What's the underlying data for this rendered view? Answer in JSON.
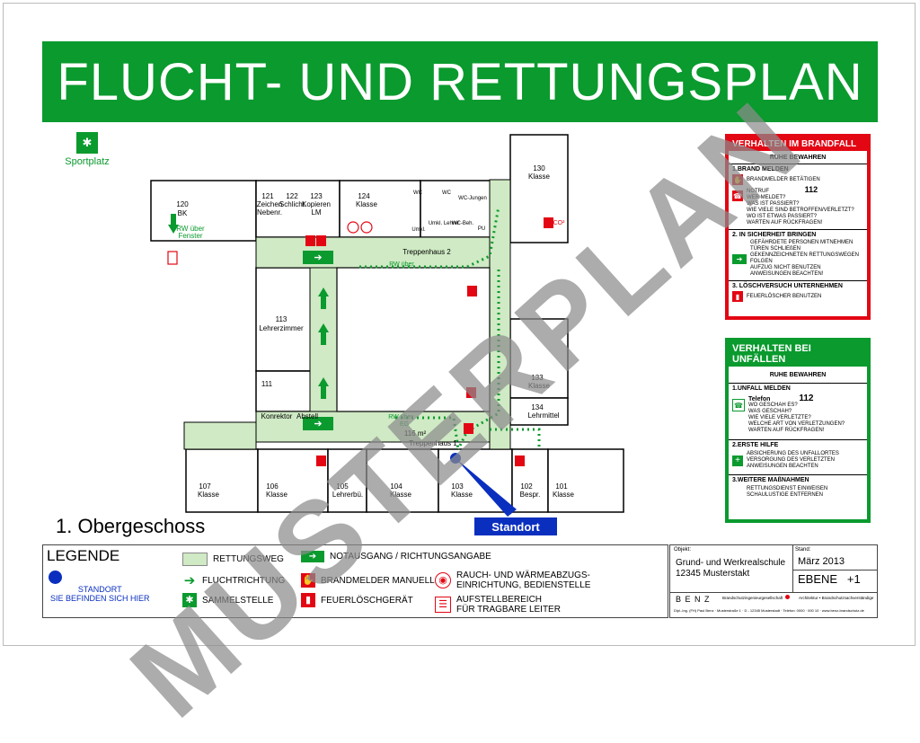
{
  "title": "FLUCHT- UND RETTUNGSPLAN",
  "watermark": "MUSTERPLAN",
  "sportplatz": "Sportplatz",
  "rooms": {
    "r120": "120",
    "r120b": "BK",
    "rw1": "RW über",
    "rw2": "Fenster",
    "r121": "121",
    "r121a": "Zeichen",
    "r121b": "Nebenr.",
    "r122": "122",
    "r122a": "Schlicht.",
    "r123": "123",
    "r123a": "Kopieren",
    "r123b": "LM",
    "r124": "124",
    "r124a": "Klasse",
    "wc1": "WC",
    "wc2": "WC",
    "wc3": "WC-Jungen",
    "umkl1": "Umkl.",
    "umkl2": "Umkl. Lehrer",
    "wcbeh": "WC-Beh.",
    "pu": "PU",
    "r130": "130",
    "r130a": "Klasse",
    "co2": "CO²",
    "th2": "Treppenhaus 2",
    "rwueber": "RW über",
    "r113": "113",
    "r113a": "Lehrerzimmer",
    "r111": "111",
    "konrektor": "Konrektor",
    "abstell": "Abstell",
    "rweg": "RW über",
    "eg": "EG",
    "area": "116 m²",
    "th1": "Treppenhaus 1",
    "r133": "133",
    "r133a": "Klasse",
    "r134": "134",
    "r134a": "Lehrmittel",
    "r107": "107",
    "r107a": "Klasse",
    "r106": "106",
    "r106a": "Klasse",
    "r105": "105",
    "r105a": "Lehrerbü.",
    "r104": "104",
    "r104a": "Klasse",
    "r103": "103",
    "r103a": "Klasse",
    "r102": "102",
    "r102a": "Bespr.",
    "r101": "101",
    "r101a": "Klasse"
  },
  "floor_label": "1. Obergeschoss",
  "standort": "Standort",
  "legend": {
    "title": "LEGENDE",
    "standort1": "STANDORT",
    "standort2": "SIE BEFINDEN SICH HIER",
    "rettungsweg": "RETTUNGSWEG",
    "fluchtrichtung": "FLUCHTRICHTUNG",
    "sammelstelle": "SAMMELSTELLE",
    "notausgang": "NOTAUSGANG / RICHTUNGSANGABE",
    "brandmelder": "BRANDMELDER MANUELL",
    "feuerloescher": "FEUERLÖSCHGERÄT",
    "rauch1": "RAUCH- UND WÄRMEABZUGS-",
    "rauch2": "EINRICHTUNG, BEDIENSTELLE",
    "aufstell1": "AUFSTELLBEREICH",
    "aufstell2": "FÜR TRAGBARE LEITER"
  },
  "info": {
    "objekt_label": "Objekt:",
    "objekt1": "Grund- und Werkrealschule",
    "objekt2": "12345 Musterstakt",
    "stand_label": "Stand:",
    "stand": "März 2013",
    "ebene": "EBENE   +1",
    "logo": "B E N Z",
    "logo_sub": "Brandschutzingenieurgesellschaft",
    "logo_sub2": "Architektur • Brandschutzsachverständige",
    "contact": "Dipl.-Ing. (FH) Paul Benz · Musterstraße 1 · D - 12345 Musterstadt · Telefon: 0000 · 000 10 · www.benz-brandschutz.de"
  },
  "fire": {
    "title": "VERHALTEN IM BRANDFALL",
    "ruhe": "RUHE BEWAHREN",
    "s1": "1.BRAND MELDEN",
    "s1a": "BRANDMELDER BETÄTIGEN",
    "s1b": "NOTRUF",
    "s1num": "112",
    "s1c": "WER MELDET?",
    "s1d": "WAS IST PASSIERT?",
    "s1e": "WIE VIELE SIND BETROFFEN/VERLETZT?",
    "s1f": "WO IST ETWAS PASSIERT?",
    "s1g": "WARTEN AUF RÜCKFRAGEN!",
    "s2": "2. IN SICHERHEIT BRINGEN",
    "s2a": "GEFÄHRDETE PERSONEN MITNEHMEN",
    "s2b": "TÜREN SCHLIEßEN",
    "s2c": "GEKENNZEICHNETEN RETTUNGSWEGEN FOLGEN",
    "s2d": "AUFZUG NICHT BENUTZEN",
    "s2e": "ANWEISUNGEN BEACHTEN!",
    "s3": "3. LÖSCHVERSUCH UNTERNEHMEN",
    "s3a": "FEUERLÖSCHER BENUTZEN"
  },
  "accident": {
    "title": "VERHALTEN BEI UNFÄLLEN",
    "ruhe": "RUHE BEWAHREN",
    "s1": "1.UNFALL MELDEN",
    "tel": "Telefon",
    "num": "112",
    "s1a": "WO GESCHAH ES?",
    "s1b": "WAS GESCHAH?",
    "s1c": "WIE VIELE VERLETZTE?",
    "s1d": "WELCHE ART VON VERLETZUNGEN?",
    "s1e": "WARTEN AUF RÜCKFRAGEN!",
    "s2": "2.ERSTE HILFE",
    "s2a": "ABSICHERUNG DES UNFALLORTES",
    "s2b": "VERSORGUNG DES VERLETZTEN",
    "s2c": "ANWEISUNGEN BEACHTEN",
    "s3": "3.WEITERE MAßNAHMEN",
    "s3a": "RETTUNGSDIENST EINWEISEN",
    "s3b": "SCHAULUSTIGE ENTFERNEN"
  },
  "colors": {
    "green": "#0a9a2e",
    "red": "#e30613",
    "blue": "#0a2fbf",
    "escape": "#cfeac4"
  }
}
